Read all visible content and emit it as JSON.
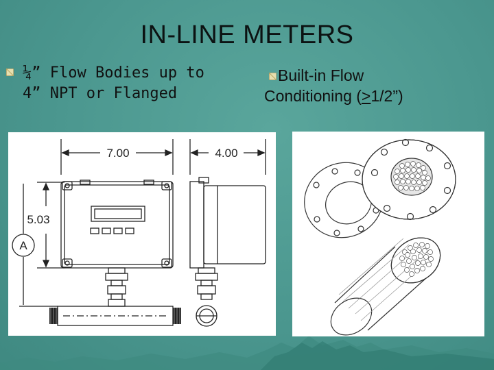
{
  "slide": {
    "title": "IN-LINE METERS",
    "bullet_left_line1": "¼” Flow Bodies up to",
    "bullet_left_line2": "4” NPT or Flanged",
    "bullet_right_line1": "Built-in Flow",
    "bullet_right_line2_pre": "Conditioning (",
    "bullet_right_line2_u": ">",
    "bullet_right_line2_post": "1/2”)"
  },
  "drawing": {
    "dim_width": "7.00",
    "dim_depth": "4.00",
    "dim_height": "5.03",
    "callout": "A"
  },
  "colors": {
    "background": "#4d9a92",
    "bullet": "#e8e0b0",
    "panel": "#ffffff"
  },
  "icons": [
    "diamond-bullet-icon"
  ]
}
